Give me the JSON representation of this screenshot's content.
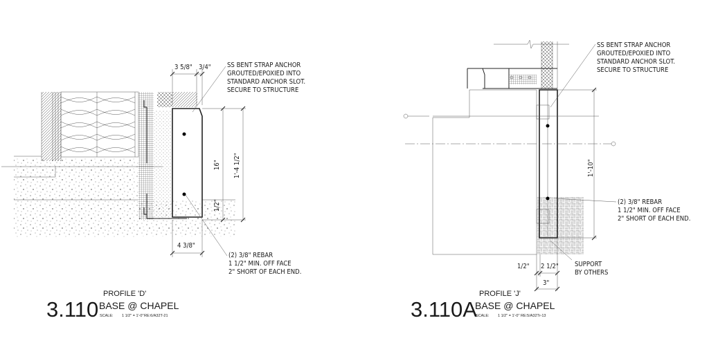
{
  "details": [
    {
      "number": "3.110",
      "profile": "PROFILE 'D'",
      "title": "BASE @ CHAPEL",
      "scale_label": "SCALE:",
      "scale": "1 1/2\" = 1'-0\"",
      "reference": "RE:6/A32T-21",
      "dimensions": [
        "3 5/8\"",
        "3/4\"",
        "16\"",
        "1'-4 1/2\"",
        "1/2\"",
        "4 3/8\""
      ],
      "notes": [
        [
          "SS BENT STRAP ANCHOR",
          "GROUTED/EPOXIED INTO",
          "STANDARD ANCHOR SLOT.",
          "SECURE TO STRUCTURE"
        ],
        [
          "(2) 3/8\" REBAR",
          "1 1/2\" MIN. OFF FACE",
          "2\" SHORT OF EACH END."
        ]
      ]
    },
    {
      "number": "3.110A",
      "profile": "PROFILE 'J'",
      "title": "BASE @ CHAPEL",
      "scale_label": "SCALE:",
      "scale": "1 1/2\" = 1'-0\"",
      "reference": "RE:5/A32Tr-13",
      "dimensions": [
        "1'-10\"",
        "1/2\"",
        "2 1/2\"",
        "3\""
      ],
      "notes": [
        [
          "SS BENT STRAP ANCHOR",
          "GROUTED/EPOXIED INTO",
          "STANDARD ANCHOR SLOT.",
          "SECURE TO STRUCTURE"
        ],
        [
          "(2) 3/8\" REBAR",
          "1 1/2\" MIN. OFF FACE",
          "2\" SHORT OF EACH END."
        ],
        [
          "SUPPORT",
          "BY OTHERS"
        ]
      ]
    }
  ]
}
